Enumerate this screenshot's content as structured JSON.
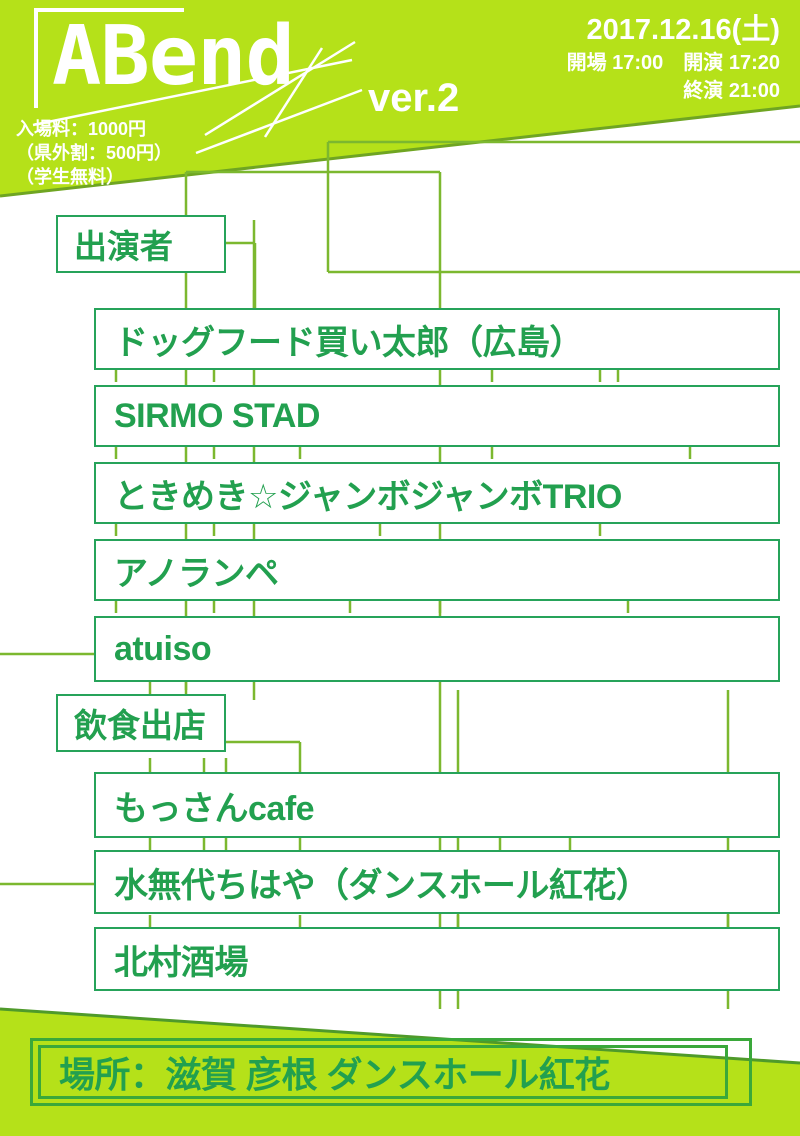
{
  "colors": {
    "brand_green": "#b5e119",
    "line_olive": "#7cb82f",
    "text_green": "#22a04f",
    "box_border": "#26a35a",
    "white": "#ffffff"
  },
  "header": {
    "logo": "ABend",
    "version": "ver.2",
    "date": "2017.12.16(土)",
    "times_line1": "開場 17:00　開演 17:20",
    "times_line2": "終演 21:00",
    "price_line1": "入場料：1000円",
    "price_line2": "（県外割：500円）",
    "price_line3": "（学生無料）"
  },
  "performers": {
    "heading": "出演者",
    "items": [
      {
        "name": "ドッグフード買い太郎（広島）"
      },
      {
        "name": "SIRMO STAD"
      },
      {
        "name": "ときめき☆ジャンボジャンボTRIO"
      },
      {
        "name": "アノランペ"
      },
      {
        "name": "atuiso"
      }
    ]
  },
  "vendors": {
    "heading": "飲食出店",
    "items": [
      {
        "name": "もっさんcafe"
      },
      {
        "name": "水無代ちはや（ダンスホール紅花）"
      },
      {
        "name": "北村酒場"
      }
    ]
  },
  "venue": {
    "text": "場所：滋賀 彦根 ダンスホール紅花"
  }
}
